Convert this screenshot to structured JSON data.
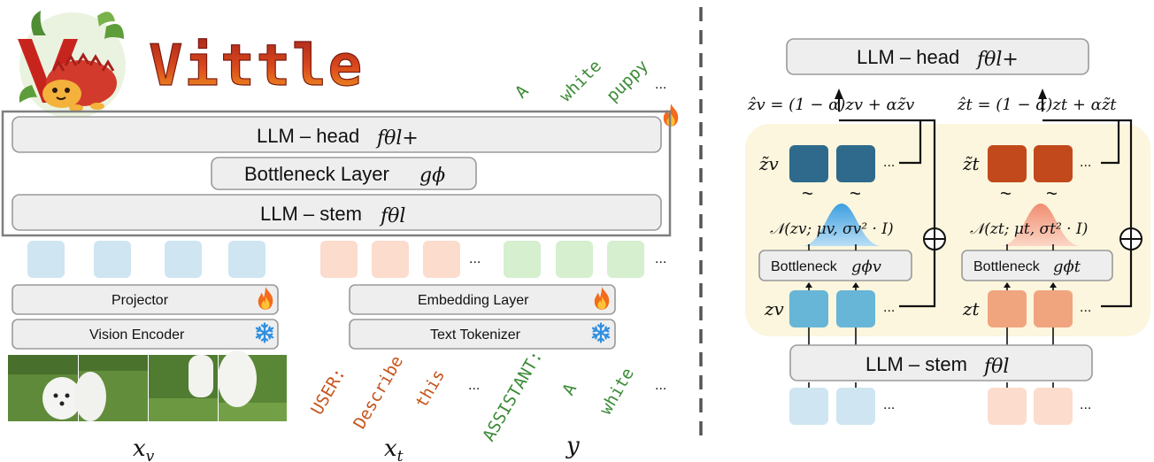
{
  "title": "Vittle",
  "left": {
    "head_label": "LLM – head",
    "head_math": "fθl+",
    "bottleneck_label": "Bottleneck Layer",
    "bottleneck_math": "gϕ",
    "stem_label": "LLM – stem",
    "stem_math": "fθl",
    "projector": "Projector",
    "vision_encoder": "Vision Encoder",
    "embedding_layer": "Embedding Layer",
    "text_tokenizer": "Text Tokenizer",
    "output_tokens": [
      "A",
      "white",
      "puppy",
      "..."
    ],
    "user_tokens": [
      "USER:",
      "Describe",
      "this",
      "..."
    ],
    "assistant_tokens": [
      "ASSISTANT:",
      "A",
      "white",
      "..."
    ],
    "ellipsis": "...",
    "x_v": "xv",
    "x_t": "xt",
    "y": "y"
  },
  "right": {
    "head_label": "LLM – head",
    "head_math": "fθl+",
    "stem_label": "LLM – stem",
    "stem_math": "fθl",
    "eq_v": "ẑv = (1 − α)zv + αz̃v",
    "eq_t": "ẑt = (1 − α)zt + αz̃t",
    "ztilde_v": "z̃v",
    "ztilde_t": "z̃t",
    "z_v": "zv",
    "z_t": "zt",
    "tilde": "~",
    "gauss_v": "𝒩(zv; μv, σv² · I)",
    "gauss_t": "𝒩(zt; μt, σt² · I)",
    "bottleneck_v_label": "Bottleneck",
    "bottleneck_v_math": "gϕv",
    "bottleneck_t_label": "Bottleneck",
    "bottleneck_t_math": "gϕt",
    "ellipsis": "...",
    "oplus": "⊕"
  },
  "colors": {
    "vis_token": "#cfe5f1",
    "txt_token": "#fbdccd",
    "out_token": "#d5efcf",
    "ztilde_v": "#2f6a8c",
    "ztilde_t": "#c2491c",
    "z_v": "#67b5d7",
    "z_t": "#f0a57f",
    "panel": "#fbf6dd",
    "green_text": "#3d8b37",
    "orange_text": "#c6551c",
    "title_red": "#c0392b",
    "title_orange": "#f08a1a"
  },
  "icons": [
    "hedgehog-logo-icon",
    "fire-icon",
    "snowflake-icon",
    "puppy-photo"
  ]
}
